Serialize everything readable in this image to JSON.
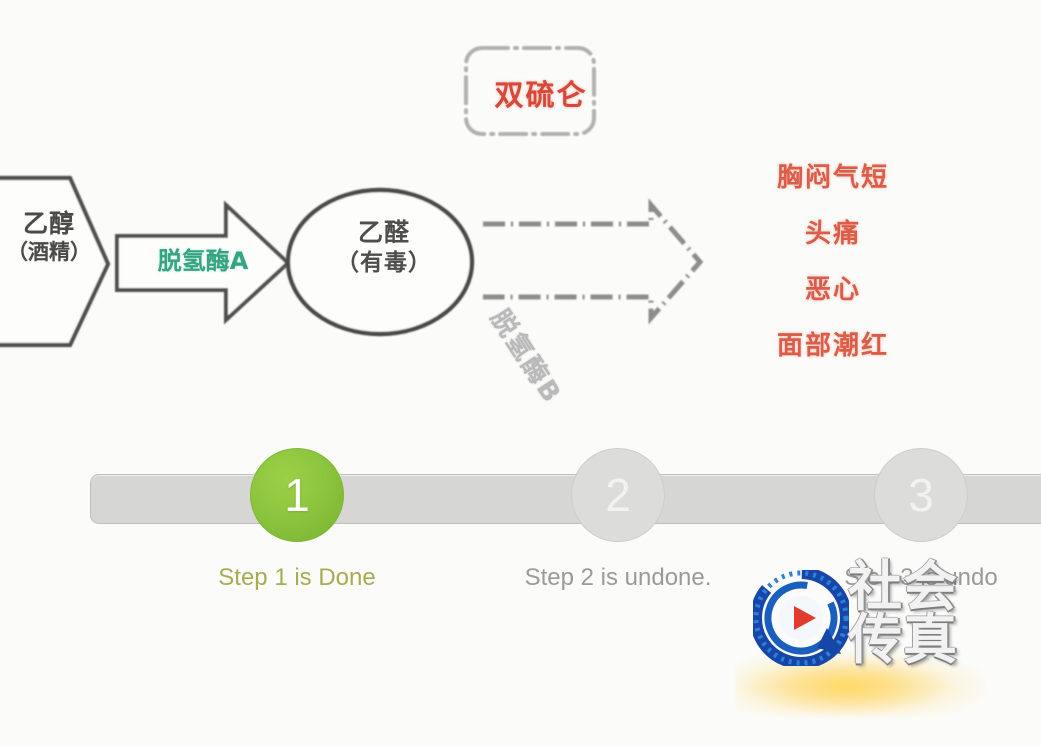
{
  "background_color": "#fbfcfa",
  "diagram": {
    "ethanol_node": {
      "shape": "hexagon",
      "line1": "乙醇",
      "line2": "（酒精）",
      "stroke_color": "#4a4a4a"
    },
    "enzyme_a_arrow": {
      "label": "脱氢酶A",
      "text_color": "#35a483",
      "shape": "block-arrow-right"
    },
    "acetaldehyde_node": {
      "shape": "ellipse",
      "line1": "乙醛",
      "line2": "（有毒）",
      "stroke_color": "#4d4d4d"
    },
    "disulfiram_box": {
      "label": "双硫仑",
      "text_color": "#d7483a",
      "border_style": "dash-dot rounded rectangle",
      "border_color": "#b4b4b4"
    },
    "inhibition_arrow": {
      "direction": "down",
      "color": "#9a9a9a"
    },
    "enzyme_b_arrow": {
      "label": "脱氢酶B",
      "text_color": "#b9b9b9",
      "shape": "dash-dot outlined block arrow",
      "stroke_color": "#8f8f8f"
    },
    "symptoms": {
      "text_color": "#dd5c48",
      "items": [
        "胸闷气短",
        "头痛",
        "恶心",
        "面部潮红"
      ]
    }
  },
  "stepbar": {
    "track_color": "#d6d6d4",
    "steps": [
      {
        "number": "1",
        "label": "Step 1 is Done",
        "state": "done",
        "circle_color": "#8cc63f",
        "label_color": "#a8ab52"
      },
      {
        "number": "2",
        "label": "Step 2 is undone.",
        "state": "todo",
        "circle_color": "#dcdcda",
        "label_color": "#9a9a98"
      },
      {
        "number": "3",
        "label": "Step 3 is undo",
        "state": "todo",
        "circle_color": "#dcdcda",
        "label_color": "#9a9a98"
      }
    ]
  },
  "watermark": {
    "channel_line1": "社会",
    "channel_line2": "传真",
    "logo": "play-button-circle-logo",
    "logo_color": "#1b5fbe"
  }
}
